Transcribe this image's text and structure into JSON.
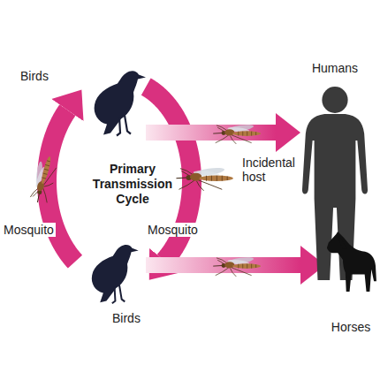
{
  "diagram": {
    "nodes": [
      {
        "text": [
          "Birds"
        ]
      },
      {
        "text": [
          "Birds"
        ]
      },
      {
        "text": [
          "Humans"
        ]
      },
      {
        "text": [
          "Horses"
        ]
      }
    ],
    "edges": [
      {
        "from": 0,
        "to": 1,
        "label": "Mosquito",
        "arrow": "to"
      },
      {
        "from": 1,
        "to": 0,
        "label": "Mosquito",
        "arrow": "to"
      },
      {
        "from": 0,
        "to": 2,
        "label": "Incidental host",
        "arrow": "to"
      },
      {
        "from": 1,
        "to": 3,
        "arrow": "to"
      }
    ],
    "labels": [
      "Primary Transmission Cycle"
    ]
  }
}
